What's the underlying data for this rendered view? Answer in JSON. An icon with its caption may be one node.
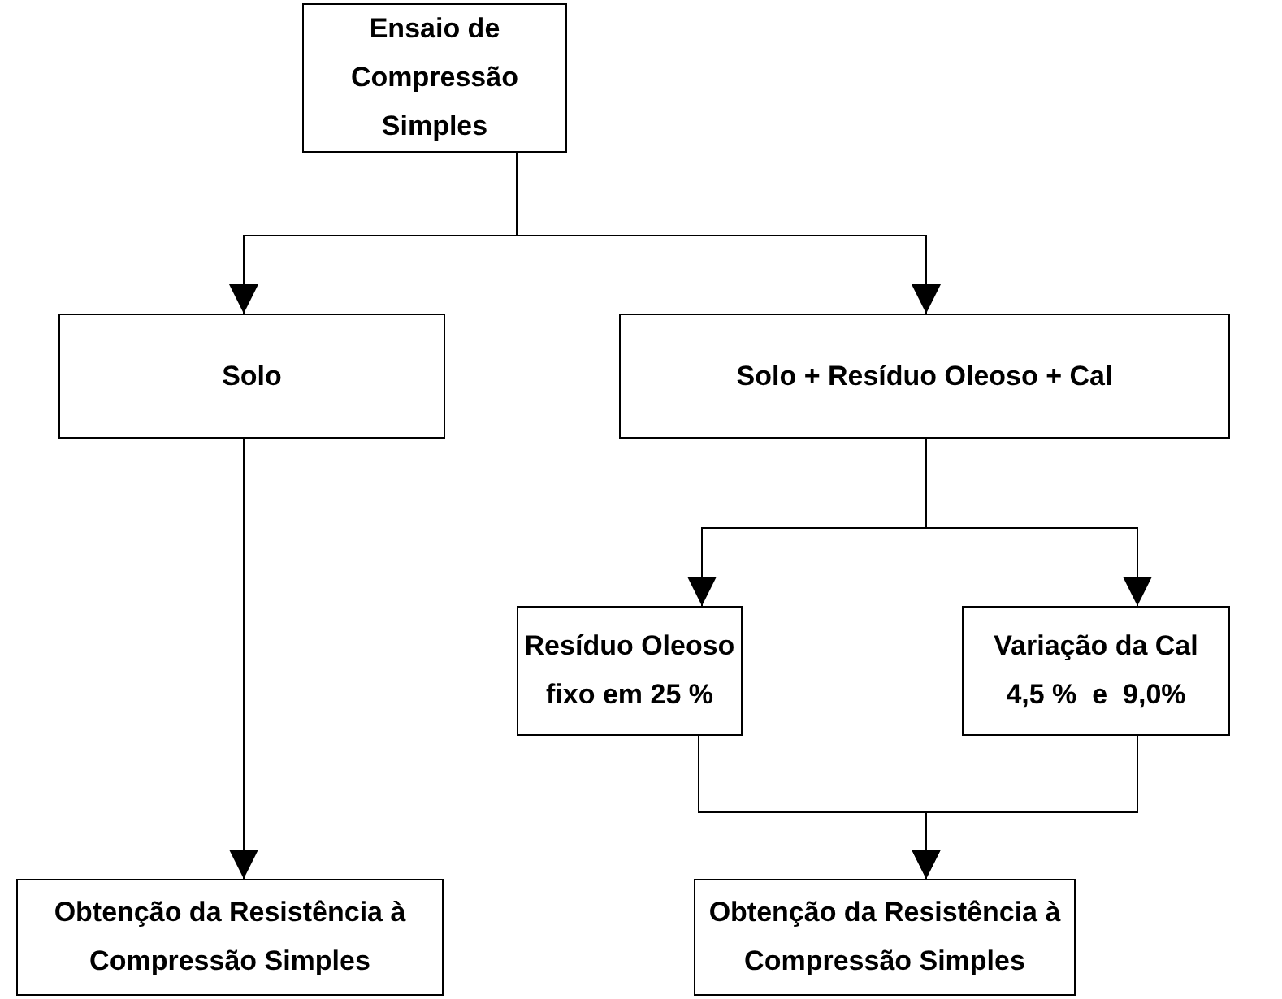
{
  "diagram": {
    "nodes": [
      {
        "text": [
          "Ensaio de Compressão Simples"
        ]
      },
      {
        "text": [
          "Solo"
        ]
      },
      {
        "text": [
          "Solo + Resíduo Oleoso + Cal"
        ]
      },
      {
        "text": [
          "Resíduo Oleoso fixo em 25 %"
        ]
      },
      {
        "text": [
          "Variação da Cal 4,5 %  e  9,0%"
        ]
      },
      {
        "text": [
          "Obtenção da Resistência à Compressão Simples"
        ]
      },
      {
        "text": [
          "Obtenção da Resistência à Compressão Simples"
        ]
      }
    ],
    "edges": [
      {
        "from": 0,
        "to": 1,
        "arrow": "to"
      },
      {
        "from": 0,
        "to": 2,
        "arrow": "to"
      },
      {
        "from": 1,
        "to": 5,
        "arrow": "to"
      },
      {
        "from": 2,
        "to": 3,
        "arrow": "to"
      },
      {
        "from": 2,
        "to": 4,
        "arrow": "to"
      },
      {
        "from": 3,
        "to": 6,
        "arrow": "to"
      },
      {
        "from": 4,
        "to": 6,
        "arrow": "to"
      }
    ]
  }
}
